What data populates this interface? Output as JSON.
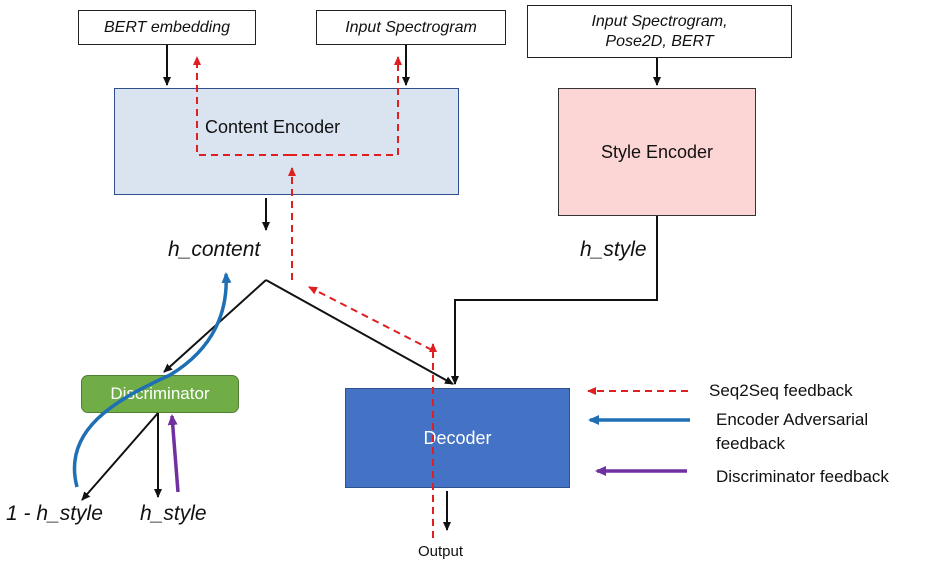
{
  "inputs": {
    "bert_embedding": "BERT embedding",
    "input_spectrogram": "Input Spectrogram",
    "style_inputs_line1": "Input Spectrogram,",
    "style_inputs_line2": "Pose2D, BERT"
  },
  "blocks": {
    "content_encoder": "Content Encoder",
    "style_encoder": "Style Encoder",
    "discriminator": "Discriminator",
    "decoder": "Decoder"
  },
  "signals": {
    "h_content": "h_content",
    "h_style_top": "h_style",
    "one_minus_h_style": "1 - h_style",
    "h_style_bottom": "h_style",
    "output": "Output"
  },
  "legend": {
    "seq2seq": "Seq2Seq feedback",
    "encoder_adv_line1": "Encoder Adversarial",
    "encoder_adv_line2": "feedback",
    "discriminator_fb": "Discriminator feedback"
  },
  "colors": {
    "content_encoder_fill": "#dae3f0",
    "content_encoder_border": "#2f4f8f",
    "style_encoder_fill": "#fcd5d5",
    "discriminator_fill": "#70ad47",
    "decoder_fill": "#4472c4",
    "seq2seq_arrow": "#e02020",
    "encoder_adv_arrow": "#1f6fb5",
    "discriminator_arrow": "#7030a0"
  }
}
